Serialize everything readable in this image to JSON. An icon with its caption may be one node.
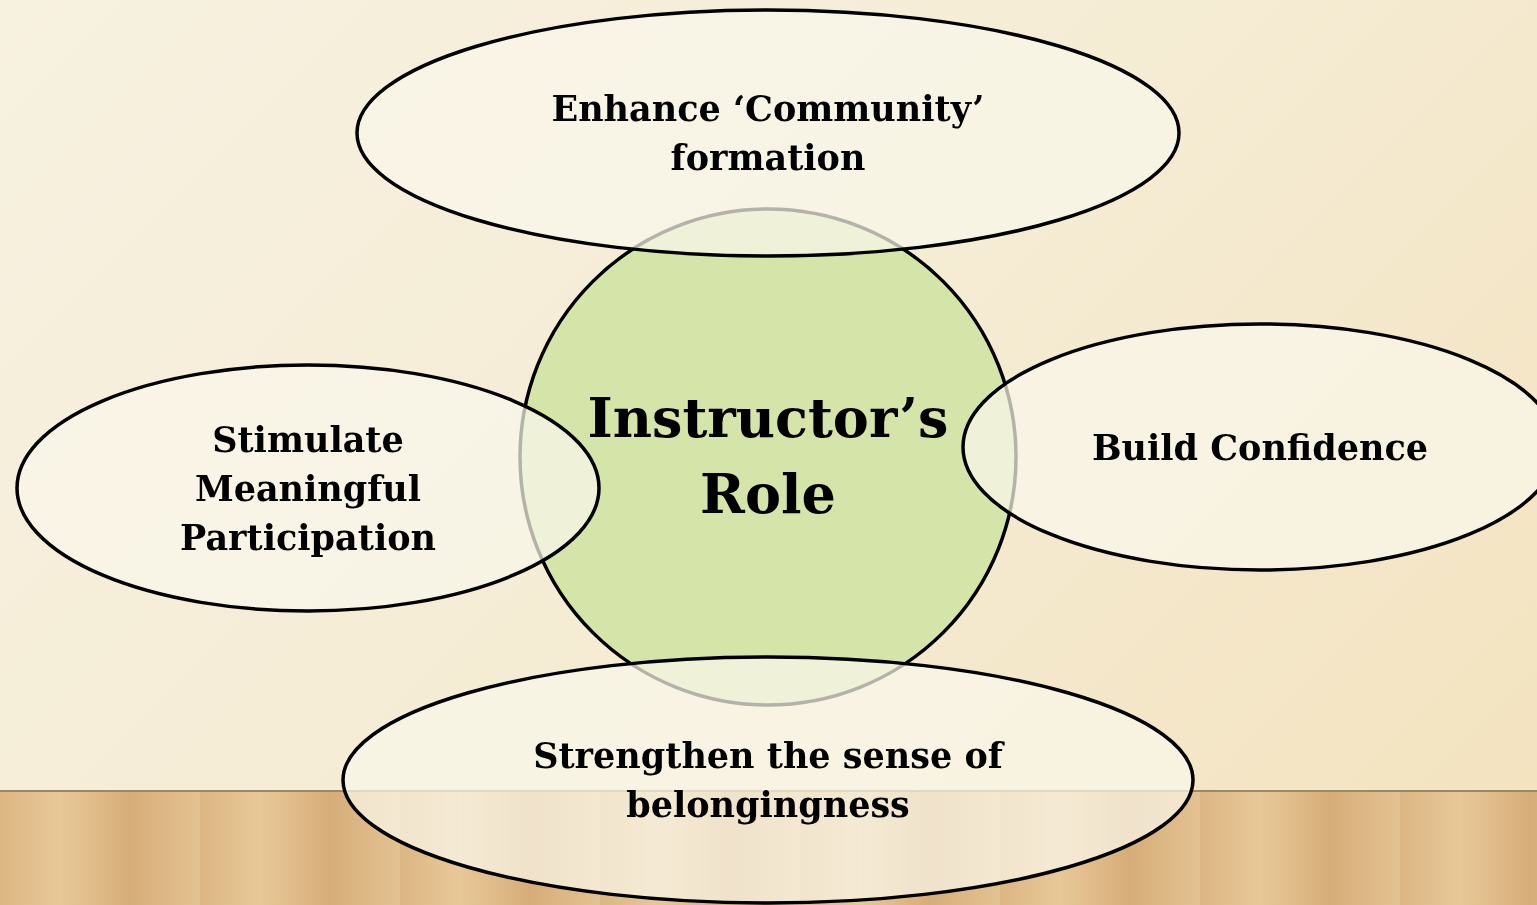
{
  "diagram": {
    "nodes": [
      {
        "text": [
          "Enhance ‘Community’ formation"
        ]
      },
      {
        "text": [
          "Instructor’s Role"
        ]
      },
      {
        "text": [
          "Stimulate Meaningful Participation"
        ]
      },
      {
        "text": [
          "Build Confidence"
        ]
      },
      {
        "text": [
          "Strengthen the sense of belongingness"
        ]
      }
    ]
  }
}
